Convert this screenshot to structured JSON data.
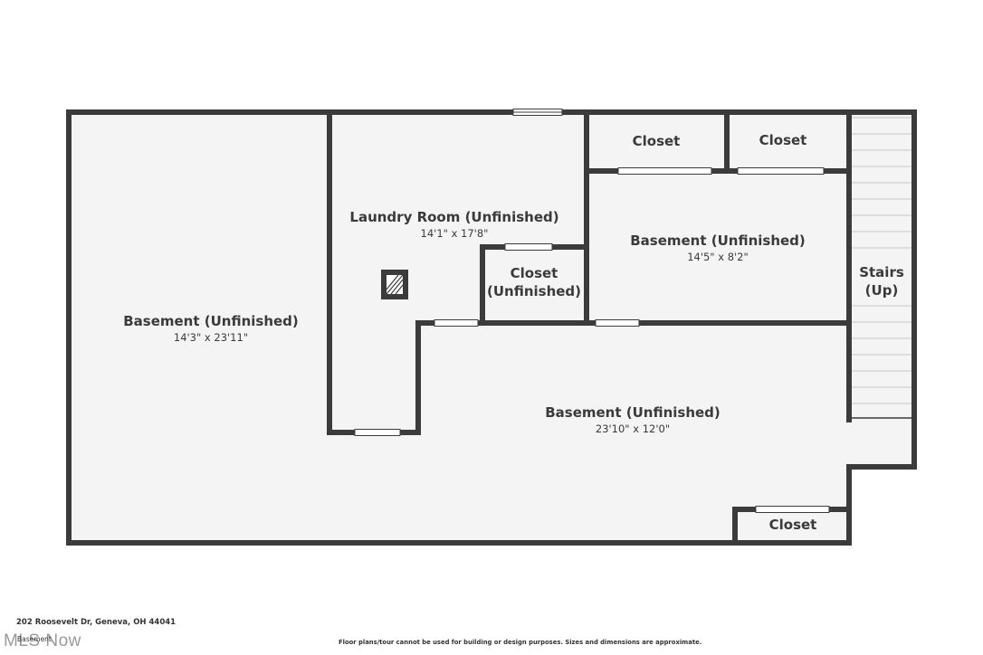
{
  "rooms": {
    "basement_left": {
      "name": "Basement (Unfinished)",
      "dims": "14'3\" x 23'11\""
    },
    "laundry": {
      "name": "Laundry Room (Unfinished)",
      "dims": "14'1\" x 17'8\""
    },
    "closet_top_1": {
      "name": "Closet"
    },
    "closet_top_2": {
      "name": "Closet"
    },
    "basement_right": {
      "name": "Basement (Unfinished)",
      "dims": "14'5\" x 8'2\""
    },
    "closet_mid": {
      "name_line1": "Closet",
      "name_line2": "(Unfinished)"
    },
    "stairs": {
      "name_line1": "Stairs",
      "name_line2": "(Up)"
    },
    "basement_bottom": {
      "name": "Basement (Unfinished)",
      "dims": "23'10\" x 12'0\""
    },
    "closet_bottom": {
      "name": "Closet"
    }
  },
  "footer": {
    "address": "202 Roosevelt Dr, Geneva, OH 44041",
    "logo": "MLS Now",
    "level": "Basement",
    "disclaimer": "Floor plans/tour cannot be used for building or design purposes. Sizes and dimensions are approximate."
  },
  "colors": {
    "wall": "#3b3b3b",
    "floor": "#f4f4f4",
    "opening": "#ffffff",
    "text": "#3a3a3a"
  }
}
